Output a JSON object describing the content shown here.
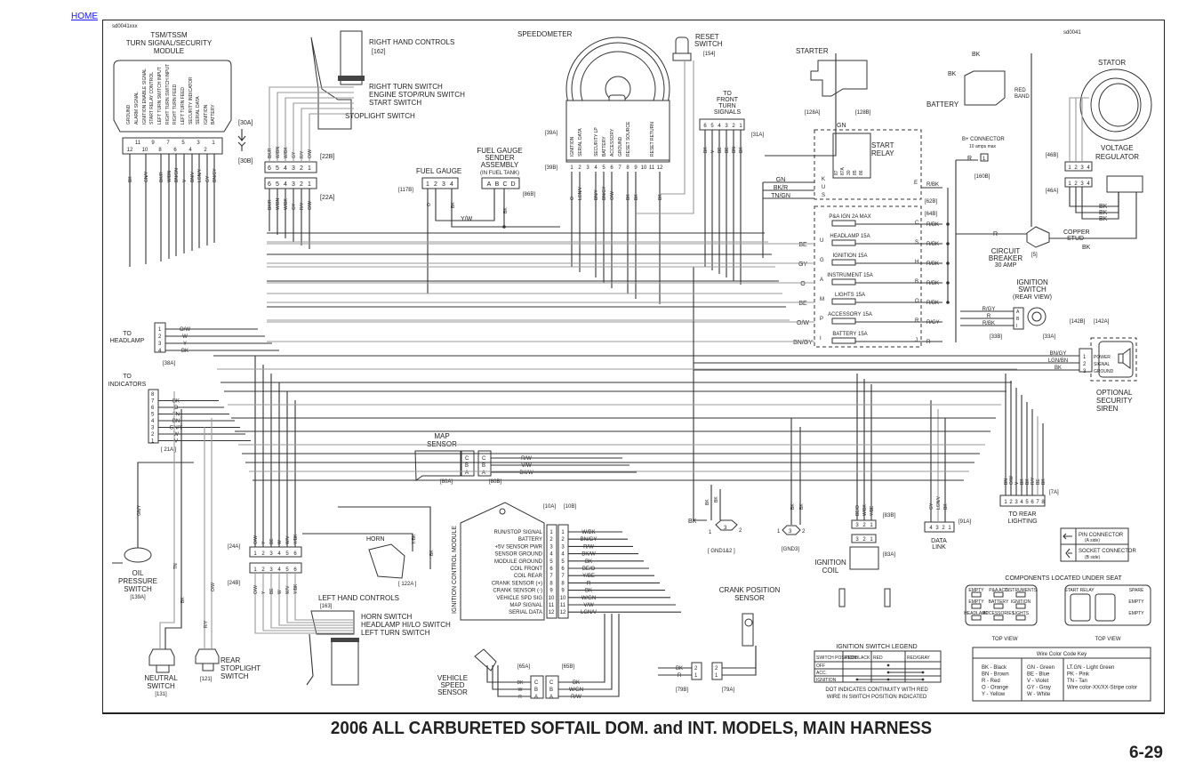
{
  "nav": {
    "home_link": "HOME"
  },
  "codes": {
    "left": "sd0041xxx",
    "right": "sd0041"
  },
  "title": "2006 ALL CARBURETED SOFTAIL DOM. and INT. MODELS, MAIN HARNESS",
  "page_number": "6-29",
  "tsm": {
    "title": [
      "TSM/TSSM",
      "TURN SIGNAL/SECURITY",
      "MODULE"
    ],
    "pins": [
      "GROUND",
      "ALARM SIGNAL",
      "IGNITION ENABLE SIGNAL",
      "START RELAY CONTROL",
      "LEFT TURN SWITCH INPUT",
      "RIGHT TURN SWITCH INPUT",
      "RIGHT TURN FEED",
      "LEFT TURN FEED",
      "SECURITY INDICATOR",
      "SERIAL DATA",
      "IGNITION",
      "BATTERY"
    ],
    "pin_numbers_top": [
      "11",
      "9",
      "7",
      "5",
      "3",
      "1"
    ],
    "pin_numbers_bottom": [
      "12",
      "10",
      "8",
      "6",
      "4",
      "2"
    ],
    "connector_a": "[30A]",
    "connector_b": "[30B]",
    "wires": [
      "BK",
      "GN/Y",
      "BK/R",
      "W/BN",
      "BN/GN",
      "V",
      "BN/V",
      "LGN/Y",
      "GY",
      "BN/GY"
    ]
  },
  "right_hand_controls": {
    "title": "RIGHT HAND CONTROLS",
    "ref": "[162]",
    "switches": [
      "RIGHT TURN SWITCH",
      "ENGINE STOP/RUN SWITCH",
      "START SWITCH",
      "STOPLIGHT SWITCH"
    ],
    "wires": [
      "BK/R",
      "W/BN",
      "W/BK",
      "GY",
      "R/Y",
      "O/W"
    ],
    "pins": [
      "6",
      "5",
      "4",
      "3",
      "2",
      "1"
    ],
    "connector_b": "[22B]",
    "connector_a": "[22A]"
  },
  "fuel_gauge": {
    "title": "FUEL GAUGE",
    "ref": "[117B]",
    "pins": [
      "1",
      "2",
      "3",
      "4"
    ],
    "wires": [
      "O",
      "BK",
      "Y/W"
    ]
  },
  "fuel_sender": {
    "title": [
      "FUEL GAUGE",
      "SENDER",
      "ASSEMBLY",
      "(IN FUEL TANK)"
    ],
    "ref": "[86B]",
    "pins": [
      "A",
      "B",
      "C",
      "D"
    ],
    "wire": "BK"
  },
  "speedometer": {
    "title": "SPEEDOMETER",
    "pins_labels": [
      "IGNITION",
      "SERIAL DATA",
      "",
      "SECURITY LP",
      "BATTERY",
      "ACCESSORY",
      "GROUND",
      "RESET SOURCE",
      "",
      "",
      "RESET RETURN",
      ""
    ],
    "pin_numbers": [
      "1",
      "2",
      "3",
      "4",
      "5",
      "6",
      "7",
      "8",
      "9",
      "10",
      "11",
      "12"
    ],
    "connector_a": "[39A]",
    "connector_b": "[39B]",
    "wires": [
      "O",
      "LGN/V",
      "BN/Y",
      "BN/GY",
      "O/W",
      "BK",
      "BK",
      "BK"
    ]
  },
  "reset_switch": {
    "title": [
      "RESET",
      "SWITCH"
    ],
    "ref": "[154]"
  },
  "front_turn": {
    "title": [
      "TO",
      "FRONT",
      "TURN",
      "SIGNALS"
    ],
    "pins": [
      "6",
      "5",
      "4",
      "3",
      "2",
      "1"
    ],
    "ref": "[31A]",
    "wires": [
      "BK",
      "V",
      "BE",
      "BE",
      "BN",
      "BK"
    ]
  },
  "starter": {
    "title": "STARTER",
    "conn_a": "[128A]",
    "conn_b": "[128B]",
    "wires": [
      "BK",
      "BK",
      "GN"
    ]
  },
  "battery": {
    "title": "BATTERY",
    "band": [
      "RED",
      "BAND"
    ]
  },
  "start_relay": {
    "title": [
      "START",
      "RELAY"
    ],
    "pins": [
      "87",
      "87A",
      "30",
      "85",
      "86"
    ],
    "rows": [
      {
        "in": "GN",
        "l": "K",
        "r": "E",
        "out": "R/BK"
      },
      {
        "in": "BK/R",
        "l": "U"
      },
      {
        "in": "TN/GN",
        "l": "S"
      }
    ],
    "refs": [
      "[62B]",
      "[64B]"
    ]
  },
  "fuses": [
    {
      "name": "P&A IGN  2A MAX",
      "in": "",
      "l": "",
      "r": "C",
      "out": "R/BK"
    },
    {
      "name": "HEADLAMP 15A",
      "in": "BE",
      "l": "U",
      "r": "S",
      "out": "R/BK"
    },
    {
      "name": "IGNITION  15A",
      "in": "GY",
      "l": "G",
      "r": "H",
      "out": "R/BK"
    },
    {
      "name": "INSTRUMENT 15A",
      "in": "O",
      "l": "A",
      "r": "B",
      "out": "R/BK"
    },
    {
      "name": "LIGHTS  15A",
      "in": "BE",
      "l": "M",
      "r": "O",
      "out": "R/BK"
    },
    {
      "name": "ACCESSORY 15A",
      "in": "O/W",
      "l": "P",
      "r": "R",
      "out": "R/GY"
    },
    {
      "name": "BATTERY  15A",
      "in": "BN/GY",
      "l": "I",
      "r": "J",
      "out": "R"
    }
  ],
  "bplus": {
    "title": "B+ CONNECTOR",
    "sub": "10 amps max",
    "pin": "1",
    "wire": "R",
    "ref": "[160B]"
  },
  "circuit_breaker": {
    "title": [
      "CIRCUIT",
      "BREAKER",
      "30 AMP"
    ],
    "ref": "[5]",
    "stud": [
      "COPPER",
      "STUD"
    ],
    "wires": [
      "R",
      "BK",
      "BK"
    ]
  },
  "stator": {
    "title": "STATOR",
    "wires": [
      "BK",
      "BK",
      "BK"
    ]
  },
  "voltage_regulator": {
    "title": [
      "VOLTAGE",
      "REGULATOR"
    ],
    "pins": [
      "1",
      "2",
      "3",
      "4"
    ],
    "conn_b": "[46B]",
    "conn_a": "[46A]",
    "wires": [
      "BK",
      "BK",
      "BK"
    ]
  },
  "ignition_switch": {
    "title": [
      "IGNITION",
      "SWITCH",
      "(REAR VIEW)"
    ],
    "wires": [
      "R/GY",
      "R",
      "R/BK"
    ],
    "pins": [
      "A",
      "B",
      "I"
    ],
    "conn_b": "[33B]",
    "conn_a": "[33A]"
  },
  "siren": {
    "title": [
      "OPTIONAL",
      "SECURITY",
      "SIREN"
    ],
    "refs": [
      "[142B]",
      "[142A]"
    ],
    "wires": [
      "BN/GY",
      "LGN/BN",
      "BK"
    ],
    "pins": [
      "1",
      "2",
      "3"
    ],
    "pin_labels": [
      "POWER",
      "SIGNAL",
      "GROUND"
    ]
  },
  "headlamp": {
    "title": [
      "TO",
      "HEADLAMP"
    ],
    "pins": [
      "1",
      "2",
      "3",
      "4"
    ],
    "wires": [
      "O/W",
      "W",
      "Y",
      "BK"
    ],
    "ref": "[38A]"
  },
  "indicators": {
    "title": [
      "TO",
      "INDICATORS"
    ],
    "pins": [
      "8",
      "7",
      "6",
      "5",
      "4",
      "3",
      "2",
      "1"
    ],
    "wires": [
      "",
      "BK",
      "O",
      "TN",
      "BN",
      "GN/Y",
      "W",
      "V"
    ],
    "ref": "[ 21A ]"
  },
  "map_sensor": {
    "title": [
      "MAP",
      "SENSOR"
    ],
    "pins": [
      "C",
      "B",
      "A"
    ],
    "wires": [
      "R/W",
      "V/W",
      "BK/W"
    ],
    "conn_a": "[80A]",
    "conn_b": "[80B]"
  },
  "icm": {
    "title": "IGNITION CONTROL MODULE",
    "conn_a": "[10A]",
    "conn_b": "[10B]",
    "rows": [
      {
        "label": "RUN/STOP SIGNAL",
        "pin": "1",
        "wire": "W/BK"
      },
      {
        "label": "BATTERY",
        "pin": "2",
        "wire": "BN/GY"
      },
      {
        "label": "+5V SENSOR PWR",
        "pin": "3",
        "wire": "R/W"
      },
      {
        "label": "SENSOR GROUND",
        "pin": "4",
        "wire": "BK/W"
      },
      {
        "label": "MODULE GROUND",
        "pin": "5",
        "wire": "BK"
      },
      {
        "label": "COIL FRONT",
        "pin": "6",
        "wire": "BE/O"
      },
      {
        "label": "COIL REAR",
        "pin": "7",
        "wire": "Y/BE"
      },
      {
        "label": "CRANK SENSOR (+)",
        "pin": "8",
        "wire": "R"
      },
      {
        "label": "CRANK SENSOR (-)",
        "pin": "9",
        "wire": "BK"
      },
      {
        "label": "VEHICLE SPD SIG",
        "pin": "10",
        "wire": "W/GN"
      },
      {
        "label": "MAP SIGNAL",
        "pin": "11",
        "wire": "V/W"
      },
      {
        "label": "SERIAL DATA",
        "pin": "12",
        "wire": "LGN/V"
      }
    ]
  },
  "oil_pressure": {
    "title": [
      "OIL",
      "PRESSURE",
      "SWITCH"
    ],
    "ref": "[139A]",
    "wire": "GN/Y"
  },
  "neutral_switch": {
    "title": [
      "NEUTRAL",
      "SWITCH"
    ],
    "ref": "[131]",
    "wires": [
      "TN",
      "BK"
    ]
  },
  "rear_stoplight": {
    "title": [
      "REAR",
      "STOPLIGHT",
      "SWITCH"
    ],
    "ref": "[121]",
    "wires": [
      "R/Y",
      "O/W"
    ]
  },
  "left_hand_controls": {
    "title": "LEFT HAND CONTROLS",
    "ref": "[163]",
    "switches": [
      "HORN SWITCH",
      "HEADLAMP HI/LO SWITCH",
      "LEFT TURN SWITCH"
    ],
    "pins": [
      "1",
      "2",
      "3",
      "4",
      "5",
      "6"
    ],
    "wires": [
      "O/W",
      "Y",
      "BE",
      "W",
      "W/V",
      "Y/BK"
    ],
    "conn_a": "[24A]",
    "conn_b": "[24B]"
  },
  "horn": {
    "title": "HORN",
    "ref": "[ 122A ]",
    "wires": [
      "Y/BK",
      "BK"
    ]
  },
  "vss": {
    "title": [
      "VEHICLE",
      "SPEED",
      "SENSOR"
    ],
    "pins": [
      "C",
      "B",
      "A"
    ],
    "wires_left": [
      "BK",
      "W",
      "R"
    ],
    "wires_right": [
      "BK",
      "W/GN",
      "R/W"
    ],
    "conn_a": "[65A]",
    "conn_b": "[65B]"
  },
  "crank": {
    "title": [
      "CRANK POSITION",
      "SENSOR"
    ],
    "pins": [
      "2",
      "1"
    ],
    "wires": [
      "BK",
      "R"
    ],
    "conn_b": "[79B]",
    "conn_a": "[79A]"
  },
  "gnd12": {
    "label": "[ GND1&2 ]",
    "pins": [
      "1",
      "3",
      "2"
    ],
    "wires": [
      "BK",
      "BK",
      "BK"
    ]
  },
  "gnd3": {
    "label": "[GND3]",
    "pins": [
      "1",
      "3",
      "2"
    ],
    "wires": [
      "BK",
      "BK"
    ]
  },
  "ignition_coil": {
    "title": [
      "IGNITION",
      "COIL"
    ],
    "pins": [
      "3",
      "2",
      "1"
    ],
    "wires": [
      "BE/O",
      "W/BK",
      "Y/BE"
    ],
    "conn_b": "[83B]",
    "conn_a": "[83A]"
  },
  "data_link": {
    "title": [
      "DATA",
      "LINK"
    ],
    "pins": [
      "4",
      "3",
      "2",
      "1"
    ],
    "wires": [
      "GY",
      "LGN/V",
      "BK"
    ],
    "ref": "[91A]"
  },
  "rear_lighting": {
    "title": [
      "TO REAR",
      "LIGHTING"
    ],
    "pins": [
      "1",
      "2",
      "3",
      "4",
      "5",
      "6",
      "7",
      "8"
    ],
    "wires": [
      "BN",
      "O/W",
      "V",
      "BK",
      "BK",
      "R/Y",
      "BE",
      "BK"
    ],
    "ref": "[7A]"
  },
  "connector_legend": {
    "pin": [
      "PIN CONNECTOR",
      "(A side)"
    ],
    "socket": [
      "SOCKET CONNECTOR",
      "(B side)"
    ]
  },
  "under_seat": {
    "title": "COMPONENTS LOCATED UNDER SEAT",
    "top_view": "TOP VIEW",
    "left_block": [
      "EMPTY",
      "P&A ACC",
      "INSTRUMENTS",
      "EMPTY",
      "BATTERY",
      "IGNITION",
      "HEADLAMP",
      "ACCESSORIES",
      "LIGHTS"
    ],
    "right_block": [
      "START RELAY",
      "SPARE",
      "EMPTY",
      "EMPTY"
    ]
  },
  "ignition_legend": {
    "title": "IGNITION SWITCH LEGEND",
    "headers": [
      "SWITCH POSITION",
      "RED/BLACK",
      "RED",
      "RED/GRAY"
    ],
    "rows": [
      "OFF",
      "ACC.",
      "IGNITION"
    ],
    "note": [
      "DOT INDICATES CONTINUITY WITH RED",
      "WIRE IN SWITCH POSITION INDICATED"
    ]
  },
  "color_key": {
    "title": "Wire Color Code Key",
    "col1": [
      "BK - Black",
      "BN - Brown",
      "R - Red",
      "O - Orange",
      "Y - Yellow"
    ],
    "col2": [
      "GN - Green",
      "BE - Blue",
      "V - Violet",
      "GY - Gray",
      "W - White"
    ],
    "col3": [
      "LT.GN - Light Green",
      "PK - Pink",
      "TN - Tan",
      "Wire color-XX/XX-Stripe color"
    ]
  }
}
